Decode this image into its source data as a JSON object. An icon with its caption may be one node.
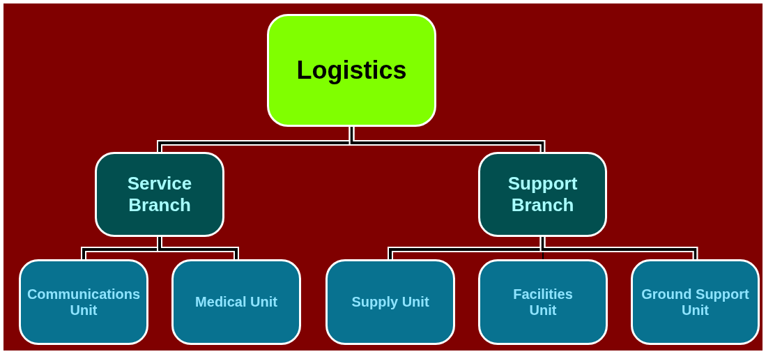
{
  "diagram": {
    "nodes": [
      {
        "text": [
          "Logistics"
        ]
      },
      {
        "text": [
          "Service Branch"
        ]
      },
      {
        "text": [
          "Support Branch"
        ]
      },
      {
        "text": [
          "Communications Unit"
        ]
      },
      {
        "text": [
          "Medical Unit"
        ]
      },
      {
        "text": [
          "Supply Unit"
        ]
      },
      {
        "text": [
          "Facilities Unit"
        ]
      },
      {
        "text": [
          "Ground Support Unit"
        ]
      }
    ],
    "edges": [
      {
        "from": 0,
        "to": 1,
        "arrow": "none"
      },
      {
        "from": 0,
        "to": 2,
        "arrow": "none"
      },
      {
        "from": 1,
        "to": 3,
        "arrow": "none"
      },
      {
        "from": 1,
        "to": 4,
        "arrow": "none"
      },
      {
        "from": 2,
        "to": 5,
        "arrow": "none"
      },
      {
        "from": 2,
        "to": 6,
        "arrow": "none"
      },
      {
        "from": 2,
        "to": 7,
        "arrow": "none"
      }
    ]
  }
}
